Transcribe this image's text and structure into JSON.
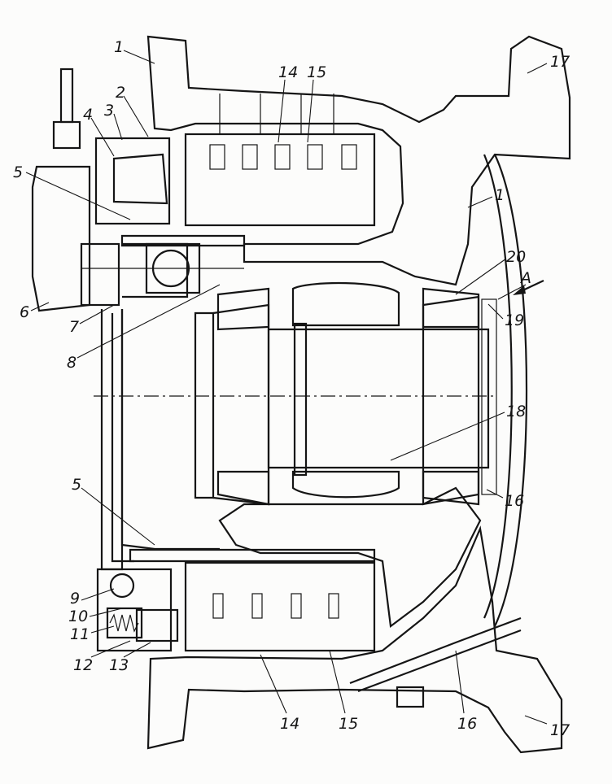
{
  "callouts": [
    {
      "id": "c1a",
      "text": "1"
    },
    {
      "id": "c2",
      "text": "2"
    },
    {
      "id": "c3",
      "text": "3"
    },
    {
      "id": "c4",
      "text": "4"
    },
    {
      "id": "c5a",
      "text": "5"
    },
    {
      "id": "c6",
      "text": "6"
    },
    {
      "id": "c7",
      "text": "7"
    },
    {
      "id": "c8",
      "text": "8"
    },
    {
      "id": "c14a",
      "text": "14"
    },
    {
      "id": "c15a",
      "text": "15"
    },
    {
      "id": "c17a",
      "text": "17"
    },
    {
      "id": "c1b",
      "text": "1"
    },
    {
      "id": "c20",
      "text": "20"
    },
    {
      "id": "cA",
      "text": "A"
    },
    {
      "id": "c19",
      "text": "19"
    },
    {
      "id": "c18",
      "text": "18"
    },
    {
      "id": "c16a",
      "text": "16"
    },
    {
      "id": "c5b",
      "text": "5"
    },
    {
      "id": "c9",
      "text": "9"
    },
    {
      "id": "c10",
      "text": "10"
    },
    {
      "id": "c11",
      "text": "11"
    },
    {
      "id": "c12",
      "text": "12"
    },
    {
      "id": "c13",
      "text": "13"
    },
    {
      "id": "c14b",
      "text": "14"
    },
    {
      "id": "c15b",
      "text": "15"
    },
    {
      "id": "c16b",
      "text": "16"
    },
    {
      "id": "c17b",
      "text": "17"
    }
  ]
}
